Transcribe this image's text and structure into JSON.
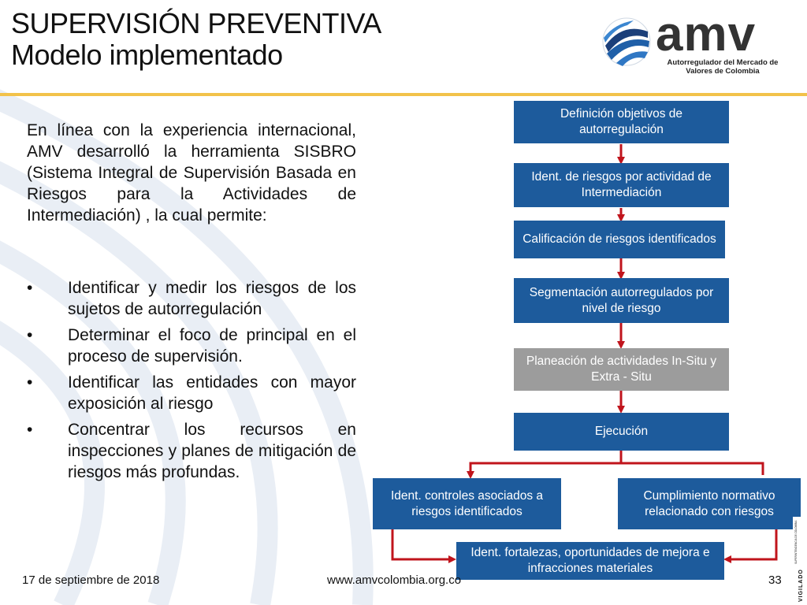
{
  "header": {
    "title_line1": "SUPERVISIÓN PREVENTIVA",
    "title_line2": "Modelo implementado"
  },
  "logo": {
    "word": "amv",
    "subtitle": "Autorregulador del Mercado de Valores de Colombia"
  },
  "intro": "En línea con la experiencia internacional, AMV desarrolló la herramienta SISBRO (Sistema Integral de Supervisión Basada en Riesgos para la Actividades de Intermediación) , la cual permite:",
  "bullets": [
    "Identificar y medir los riesgos de los sujetos de autorregulación",
    "Determinar el foco de principal en el proceso de supervisión.",
    "Identificar las entidades con mayor exposición al riesgo",
    "Concentrar los recursos en inspecciones y planes de mitigación de riesgos más profundas."
  ],
  "bullet_symbol": "•",
  "flow": {
    "step1": "Definición objetivos de autorregulación",
    "step2": "Ident. de riesgos por actividad de Intermediación",
    "step3": "Calificación de riesgos identificados",
    "step4": "Segmentación autorregulados por nivel de riesgo",
    "step5": "Planeación de actividades In-Situ y Extra - Situ",
    "step6": "Ejecución",
    "step7_left": "Ident. controles asociados a riesgos identificados",
    "step7_right": "Cumplimiento normativo relacionado con riesgos",
    "step8": "Ident. fortalezas, oportunidades de mejora e infracciones materiales"
  },
  "colors": {
    "box_blue": "#1d5b9c",
    "box_gray": "#9c9c9c",
    "arrow_red": "#c0141c",
    "accent_gold": "#f2c24a"
  },
  "footer": {
    "date": "17 de septiembre de 2018",
    "url": "www.amvcolombia.org.co",
    "page": "33"
  },
  "side_seal": {
    "text": "VIGILADO",
    "sub": "SUPERINTENDENCIA DE COLOMBIA"
  }
}
